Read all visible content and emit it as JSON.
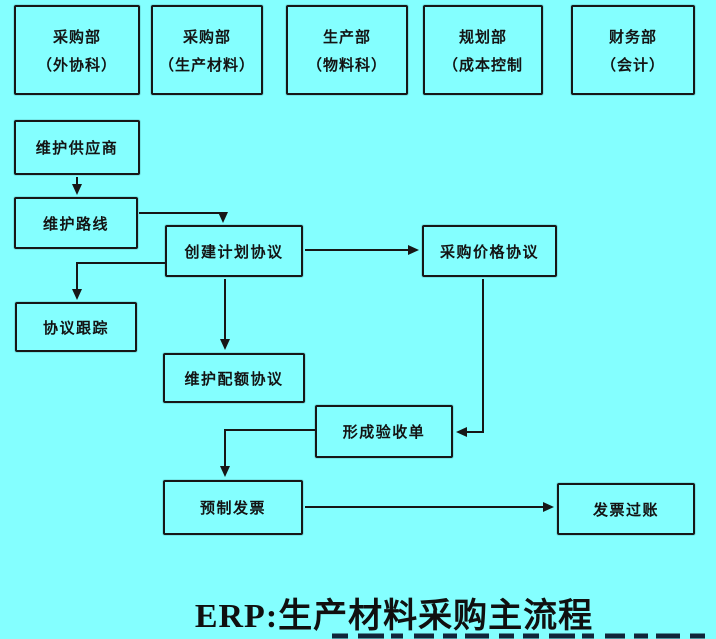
{
  "colors": {
    "bg": "#84FFFF",
    "line": "#171717"
  },
  "title": "ERP:生产材料采购主流程",
  "departments": [
    {
      "line1": "采购部",
      "line2": "（外协科）"
    },
    {
      "line1": "采购部",
      "line2": "（生产材料）"
    },
    {
      "line1": "生产部",
      "line2": "（物料科）"
    },
    {
      "line1": "规划部",
      "line2": "（成本控制"
    },
    {
      "line1": "财务部",
      "line2": "（会计）"
    }
  ],
  "nodes": {
    "maintain_supplier": "维护供应商",
    "maintain_route": "维护路线",
    "create_plan_agreement": "创建计划协议",
    "purchase_price_agreement": "采购价格协议",
    "agreement_tracking": "协议跟踪",
    "maintain_quota_agreement": "维护配额协议",
    "form_acceptance_note": "形成验收单",
    "park_invoice": "预制发票",
    "invoice_posting": "发票过账"
  }
}
